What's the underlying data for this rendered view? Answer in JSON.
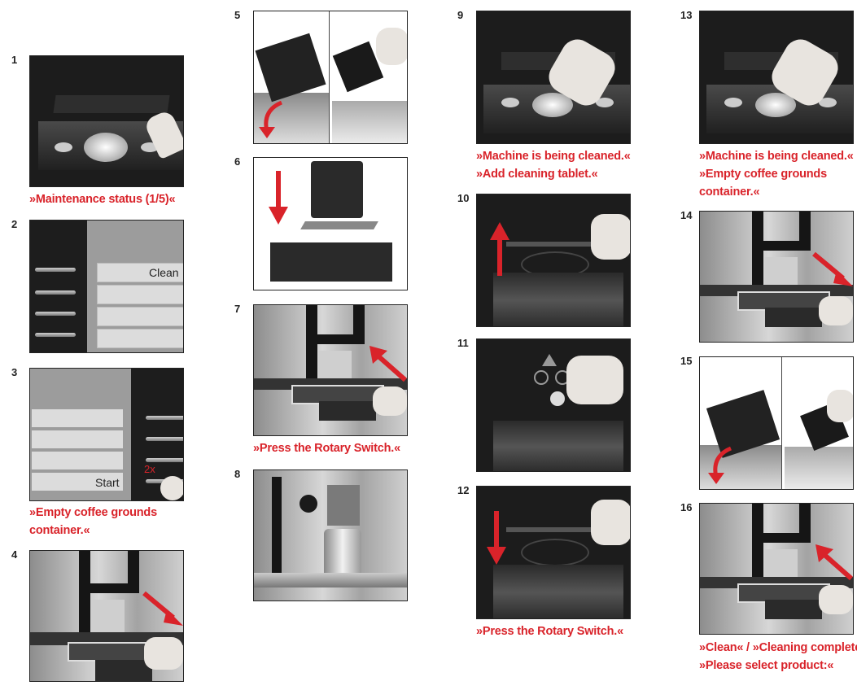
{
  "steps": [
    {
      "num": "1",
      "caption": "»Maintenance status (1/5)«"
    },
    {
      "num": "2",
      "caption": ""
    },
    {
      "num": "3",
      "caption": "»Empty coffee grounds container.«"
    },
    {
      "num": "4",
      "caption": ""
    },
    {
      "num": "5",
      "caption": ""
    },
    {
      "num": "6",
      "caption": ""
    },
    {
      "num": "7",
      "caption": "»Press the Rotary Switch.«"
    },
    {
      "num": "8",
      "caption": ""
    },
    {
      "num": "9",
      "caption_line1": "»Machine is being cleaned.«",
      "caption_line2": "»Add cleaning tablet.«"
    },
    {
      "num": "10",
      "caption": ""
    },
    {
      "num": "11",
      "caption": ""
    },
    {
      "num": "12",
      "caption": "»Press the Rotary Switch.«"
    },
    {
      "num": "13",
      "caption_line1": "»Machine is being cleaned.«",
      "caption_line2": "»Empty coffee grounds",
      "caption_line3": "container.«"
    },
    {
      "num": "14",
      "caption": ""
    },
    {
      "num": "15",
      "caption": ""
    },
    {
      "num": "16",
      "caption_line1": "»Clean« / »Cleaning complete",
      "caption_line2": "»Please select product:«"
    }
  ],
  "screens": {
    "step2_label": "Clean",
    "step3_label": "Start",
    "step3_press": "2x"
  },
  "colors": {
    "accent": "#d9232a",
    "panel_dark": "#1c1c1c",
    "screen_gray": "#9c9c9c"
  }
}
